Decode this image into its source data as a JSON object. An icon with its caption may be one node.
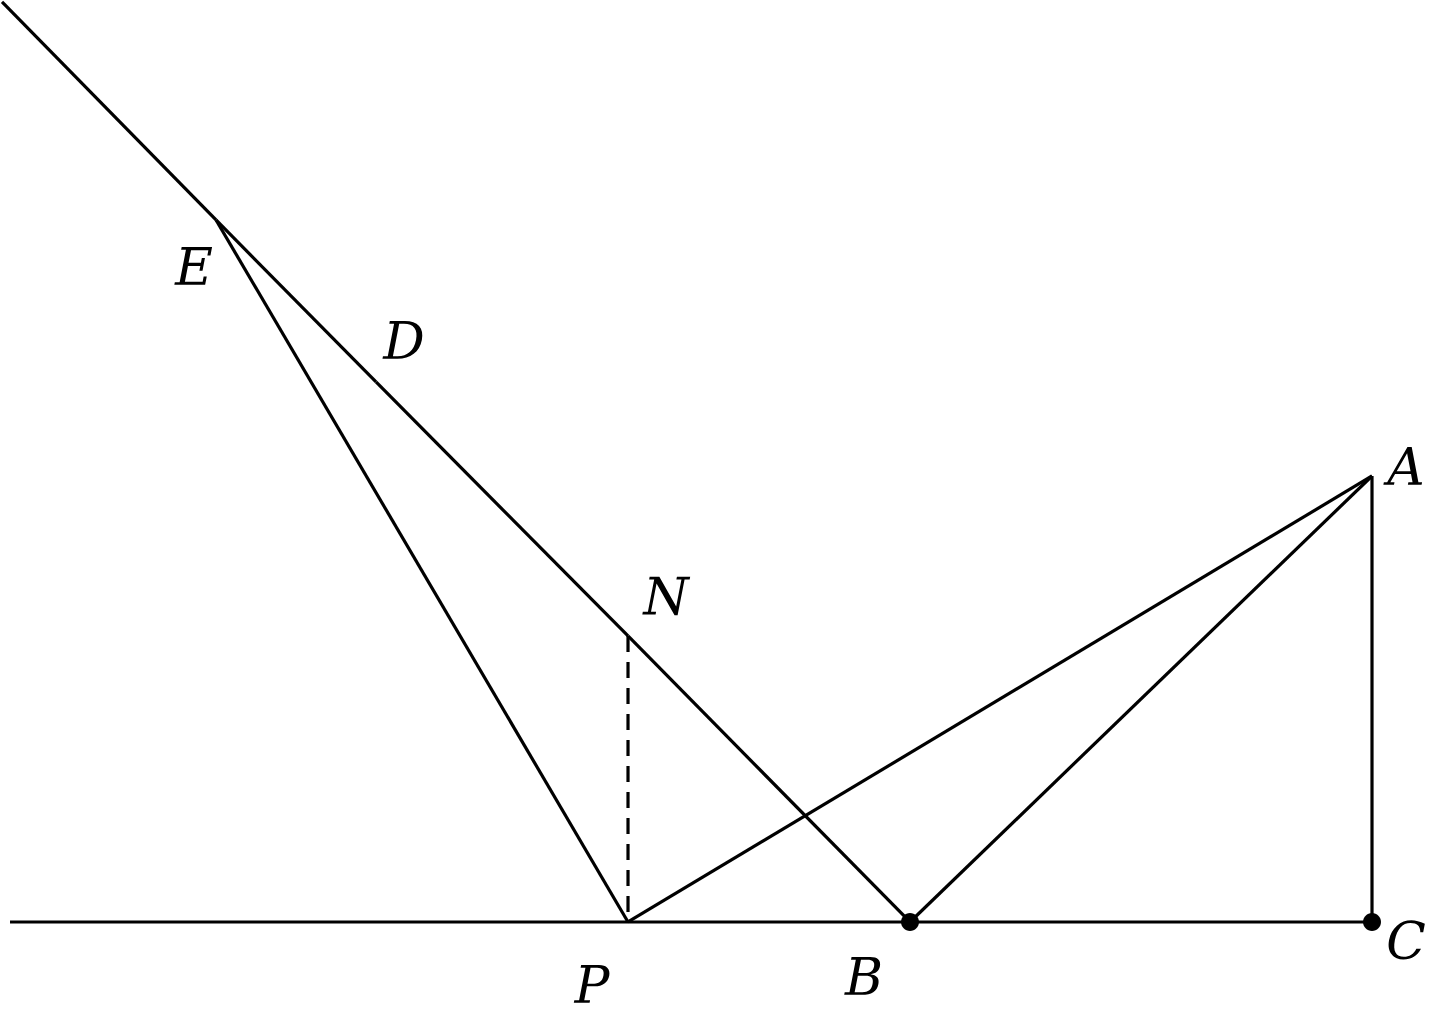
{
  "diagram": {
    "nodes": [
      {
        "text": [],
        "beside": [
          "E"
        ],
        "shape": "point"
      },
      {
        "text": [],
        "beside": [
          "D"
        ],
        "shape": "point"
      },
      {
        "text": [],
        "beside": [
          "N"
        ],
        "shape": "point"
      },
      {
        "text": [],
        "beside": [
          "A"
        ],
        "shape": "point"
      },
      {
        "text": [],
        "beside": [
          "P"
        ],
        "shape": "point"
      },
      {
        "text": [],
        "beside": [
          "B"
        ],
        "shape": "dot"
      },
      {
        "text": [],
        "beside": [
          "C"
        ],
        "shape": "dot"
      }
    ],
    "edges": [
      {
        "from": null,
        "to": 0,
        "arrow": "none"
      },
      {
        "from": 0,
        "to": 1,
        "arrow": "none"
      },
      {
        "from": 1,
        "to": 2,
        "arrow": "none"
      },
      {
        "from": 2,
        "to": 5,
        "arrow": "none"
      },
      {
        "from": 0,
        "to": 4,
        "arrow": "none"
      },
      {
        "from": 2,
        "to": 4,
        "arrow": "none",
        "style": "dashed"
      },
      {
        "from": null,
        "to": 4,
        "arrow": "none"
      },
      {
        "from": 4,
        "to": 5,
        "arrow": "none"
      },
      {
        "from": 5,
        "to": 6,
        "arrow": "none"
      },
      {
        "from": 4,
        "to": 3,
        "arrow": "none"
      },
      {
        "from": 3,
        "to": 5,
        "arrow": "none"
      },
      {
        "from": 3,
        "to": 6,
        "arrow": "none"
      }
    ]
  }
}
